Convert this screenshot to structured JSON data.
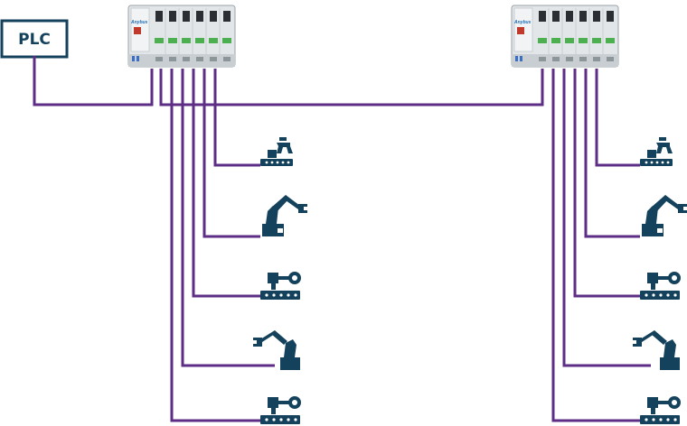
{
  "diagram": {
    "plc": {
      "label": "PLC"
    },
    "gateways": [
      {
        "brand": "Anybus"
      },
      {
        "brand": "Anybus"
      }
    ],
    "colors": {
      "cable": "#5e2d86",
      "device": "#14425c",
      "plc_border": "#14425c",
      "gateway_body": "#e3e6e8"
    },
    "devices_per_gateway": [
      "gripper-conveyor",
      "robot-arm",
      "pusher-conveyor",
      "robot-arm-mirrored",
      "pusher-conveyor"
    ]
  }
}
